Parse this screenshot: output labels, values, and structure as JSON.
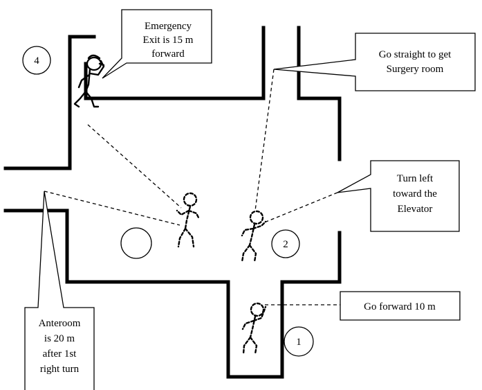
{
  "callouts": {
    "emergency_exit": [
      "Emergency",
      "Exit is 15 m",
      "forward"
    ],
    "surgery_room": [
      "Go straight to get",
      "Surgery room"
    ],
    "elevator": [
      "Turn left",
      "toward the",
      "Elevator"
    ],
    "go_forward": [
      "Go forward 10 m"
    ],
    "anteroom": [
      "Anteroom",
      "is 20 m",
      "after 1st",
      "right turn"
    ]
  },
  "markers": {
    "position_1": "1",
    "position_2": "2",
    "position_3": "",
    "position_4": "4"
  }
}
